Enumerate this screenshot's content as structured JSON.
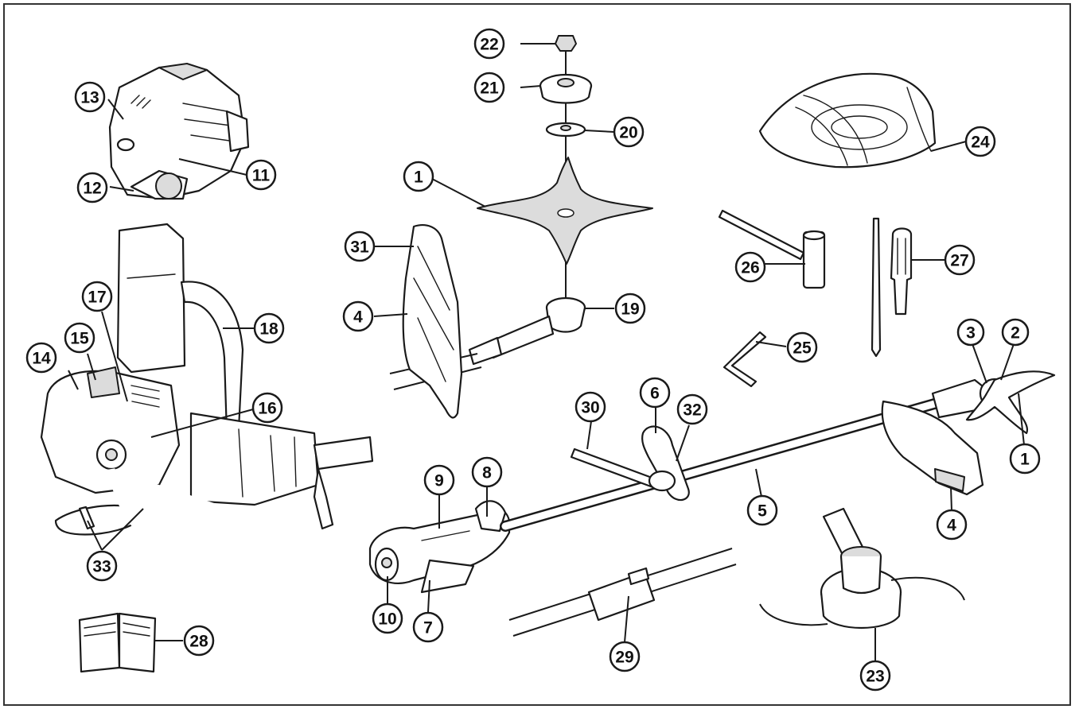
{
  "diagram": {
    "labels": [
      "1",
      "2",
      "3",
      "4",
      "5",
      "6",
      "7",
      "8",
      "9",
      "10",
      "11",
      "12",
      "13",
      "14",
      "15",
      "16",
      "17",
      "18",
      "19",
      "20",
      "21",
      "22",
      "23",
      "24",
      "25",
      "26",
      "27",
      "28",
      "29",
      "30",
      "31",
      "32",
      "33"
    ]
  },
  "colors": {
    "line": "#1a1a1a",
    "background": "#ffffff",
    "fill": "#dcdcdc"
  }
}
